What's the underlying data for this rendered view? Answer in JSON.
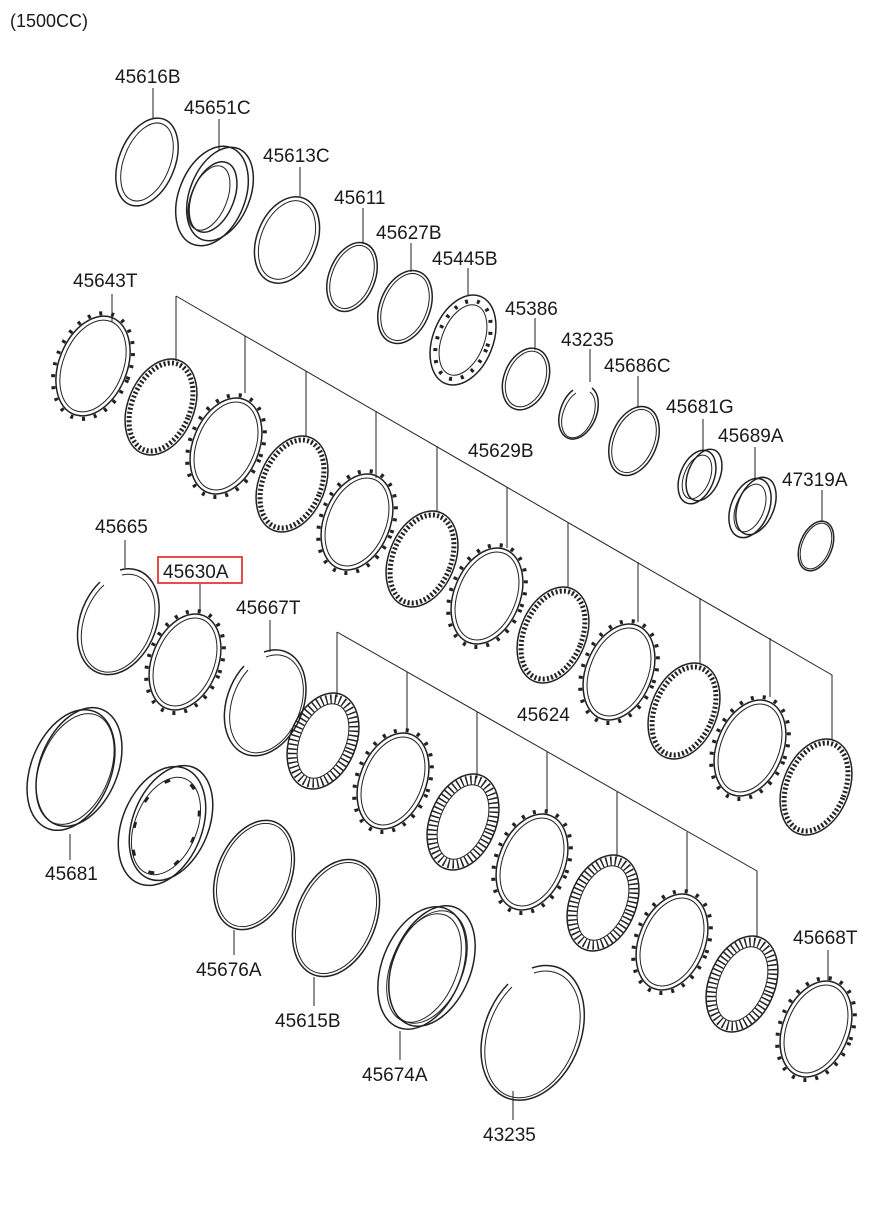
{
  "header": {
    "engine_note": "(1500CC)"
  },
  "parts": [
    {
      "id": "p-45616b",
      "number": "45616B",
      "kind": "snap-ring"
    },
    {
      "id": "p-45651c",
      "number": "45651C",
      "kind": "retainer"
    },
    {
      "id": "p-45613c",
      "number": "45613C",
      "kind": "ring"
    },
    {
      "id": "p-45611",
      "number": "45611",
      "kind": "ring"
    },
    {
      "id": "p-45627b",
      "number": "45627B",
      "kind": "ring"
    },
    {
      "id": "p-45445b",
      "number": "45445B",
      "kind": "gear-plate"
    },
    {
      "id": "p-45386",
      "number": "45386",
      "kind": "ring"
    },
    {
      "id": "p-43235-top",
      "number": "43235",
      "kind": "snap-ring"
    },
    {
      "id": "p-45686c",
      "number": "45686C",
      "kind": "ring"
    },
    {
      "id": "p-45681g",
      "number": "45681G",
      "kind": "bushing"
    },
    {
      "id": "p-45689a",
      "number": "45689A",
      "kind": "bushing"
    },
    {
      "id": "p-47319a",
      "number": "47319A",
      "kind": "ring"
    },
    {
      "id": "p-45643t",
      "number": "45643T",
      "kind": "plate"
    },
    {
      "id": "p-45629b",
      "number": "45629B",
      "kind": "clutch-pack"
    },
    {
      "id": "p-45665",
      "number": "45665",
      "kind": "snap-ring"
    },
    {
      "id": "p-45630a",
      "number": "45630A",
      "kind": "plate",
      "highlighted": true
    },
    {
      "id": "p-45667t",
      "number": "45667T",
      "kind": "snap-ring"
    },
    {
      "id": "p-45624",
      "number": "45624",
      "kind": "clutch-pack"
    },
    {
      "id": "p-45681",
      "number": "45681",
      "kind": "ring"
    },
    {
      "id": "p-45676a",
      "number": "45676A",
      "kind": "ring"
    },
    {
      "id": "p-45615b",
      "number": "45615B",
      "kind": "ring"
    },
    {
      "id": "p-45674a",
      "number": "45674A",
      "kind": "drum"
    },
    {
      "id": "p-43235-bottom",
      "number": "43235",
      "kind": "snap-ring"
    },
    {
      "id": "p-45668t",
      "number": "45668T",
      "kind": "plate"
    }
  ],
  "highlight_color": "#e02020"
}
